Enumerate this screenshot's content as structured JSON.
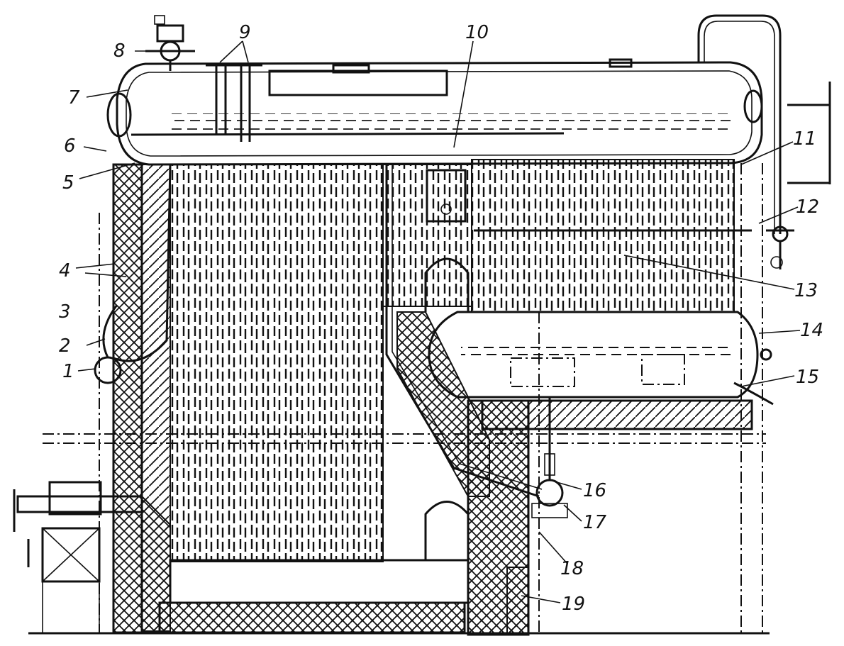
{
  "diagram": {
    "labels": [
      "1",
      "2",
      "3",
      "4",
      "5",
      "6",
      "7",
      "8",
      "9",
      "10",
      "11",
      "12",
      "13",
      "14",
      "15",
      "16",
      "17",
      "18",
      "19"
    ]
  },
  "colors": {
    "ink": "#111111",
    "paper": "#ffffff"
  }
}
